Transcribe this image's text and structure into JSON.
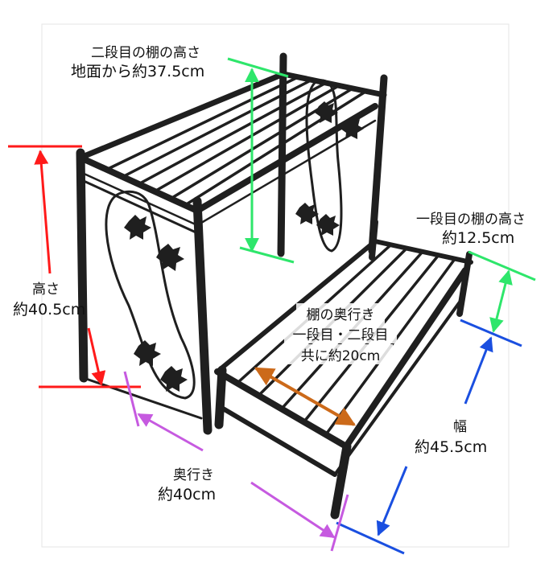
{
  "annotations": {
    "second_shelf_height": {
      "line1": "二段目の棚の高さ",
      "line2": "地面から約37.5cm",
      "color": "#2ee66b"
    },
    "first_shelf_height": {
      "line1": "一段目の棚の高さ",
      "line2": "約12.5cm",
      "color": "#2ee66b"
    },
    "total_height": {
      "line1": "高さ",
      "line2": "約40.5cm",
      "color": "#ff1a1a"
    },
    "shelf_depth": {
      "line1": "棚の奥行き",
      "line2": "一段目・二段目",
      "line3": "共に約20cm",
      "color": "#cc6a1a"
    },
    "width": {
      "line1": "幅",
      "line2": "約45.5cm",
      "color": "#1a4fe0"
    },
    "depth": {
      "line1": "奥行き",
      "line2": "約40cm",
      "color": "#c65ae0"
    }
  },
  "product": {
    "icon": "plant-stand-icon",
    "frame_color": "#1a1a1a"
  }
}
